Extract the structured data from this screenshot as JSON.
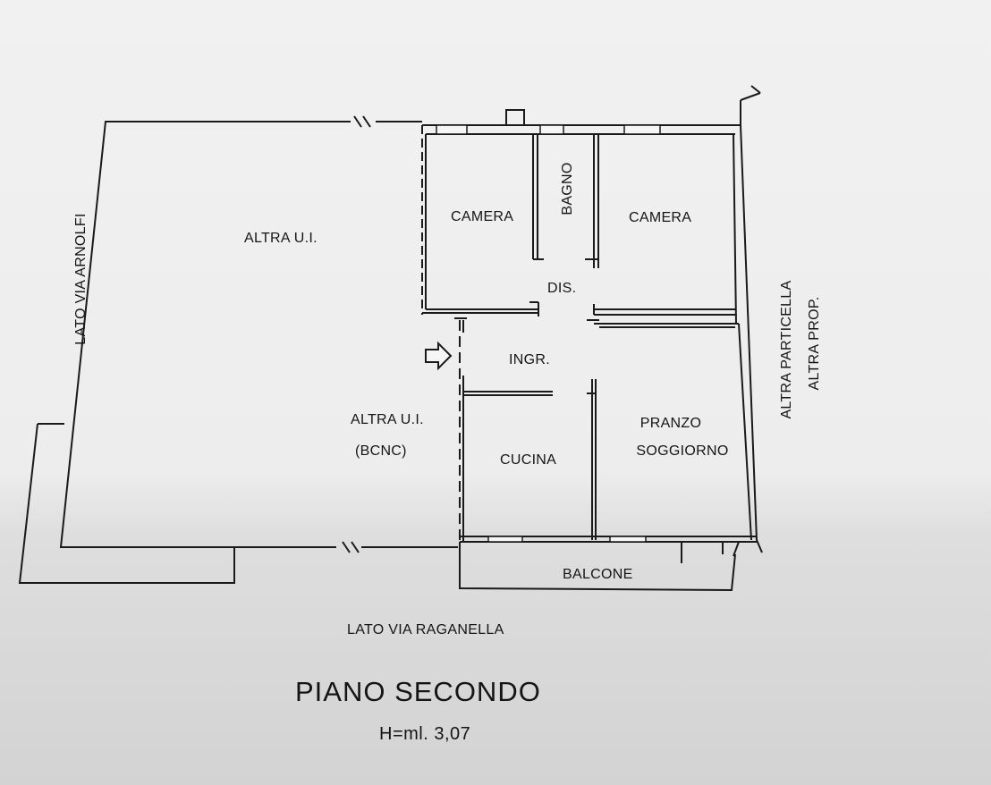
{
  "drawing": {
    "title": "PIANO SECONDO",
    "height_note": "H=ml. 3,07"
  },
  "rooms": {
    "camera_left": "CAMERA",
    "bagno": "BAGNO",
    "camera_right": "CAMERA",
    "dis": "DIS.",
    "ingr": "INGR.",
    "cucina": "CUCINA",
    "pranzo": "PRANZO",
    "soggiorno": "SOGGIORNO",
    "balcone": "BALCONE"
  },
  "neighbors": {
    "altra_ui_top": "ALTRA U.I.",
    "altra_ui_bcnc": "ALTRA U.I.",
    "bcnc": "(BCNC)"
  },
  "sides": {
    "left": "LATO VIA ARNOLFI",
    "bottom": "LATO VIA RAGANELLA",
    "right_1": "ALTRA PARTICELLA",
    "right_2": "ALTRA PROP."
  },
  "icons": {
    "entrance": "entrance-arrow-icon"
  },
  "colors": {
    "ink": "#151515",
    "paper": "#efefef"
  }
}
